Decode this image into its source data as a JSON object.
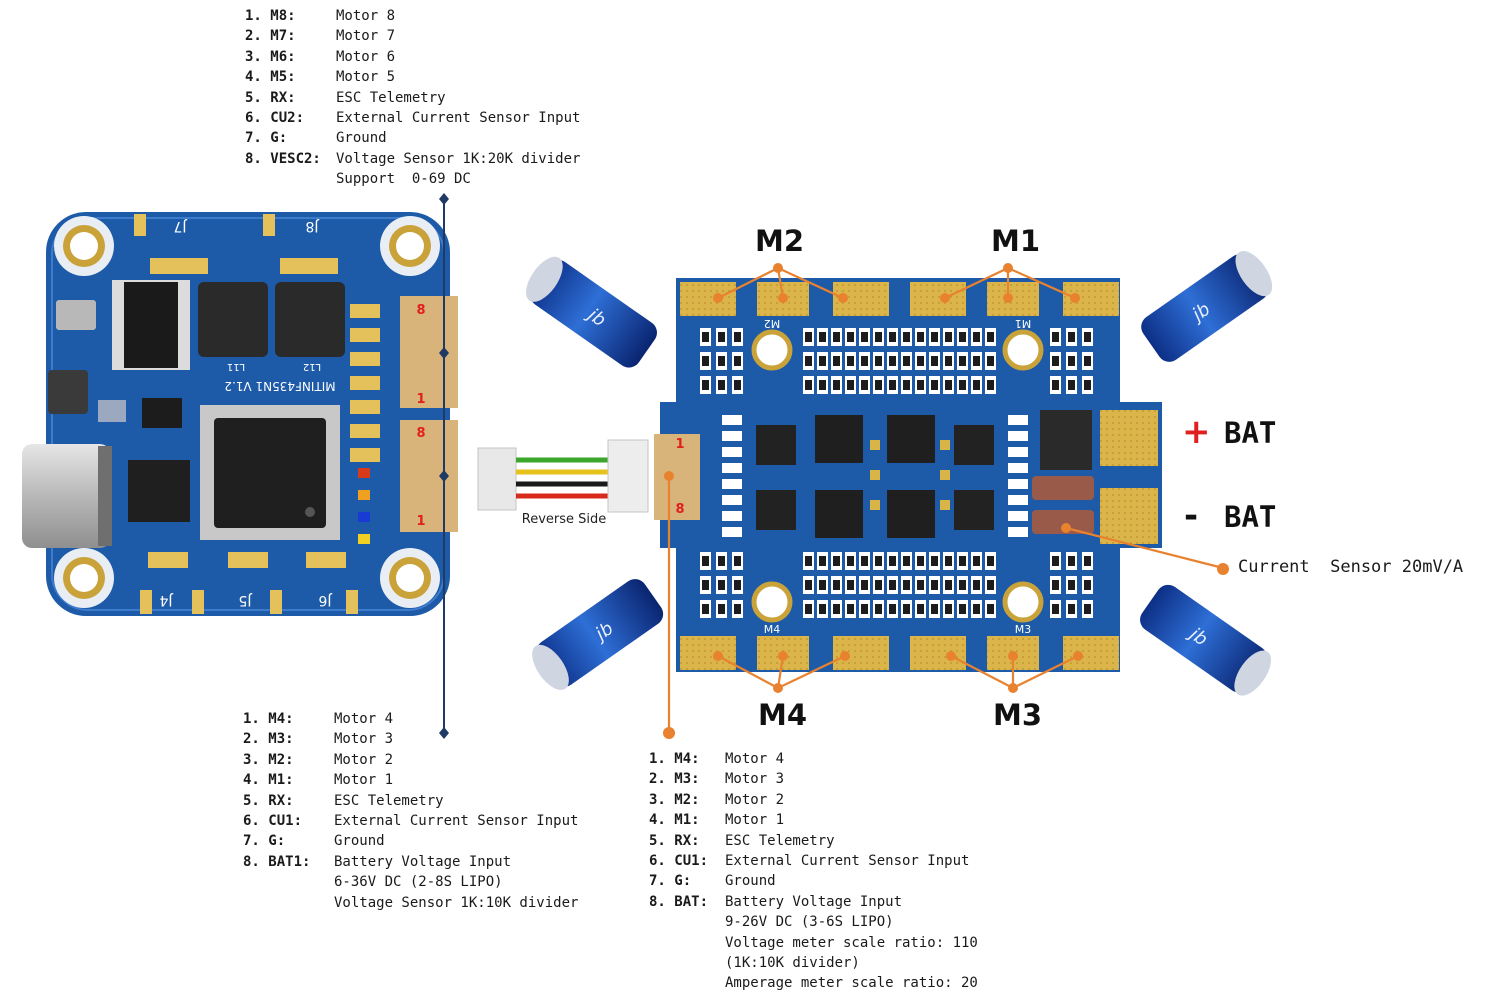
{
  "top_pins": {
    "rows": [
      {
        "num": "1. M8:",
        "desc": "Motor 8"
      },
      {
        "num": "2. M7:",
        "desc": "Motor 7"
      },
      {
        "num": "3. M6:",
        "desc": "Motor 6"
      },
      {
        "num": "4. M5:",
        "desc": "Motor 5"
      },
      {
        "num": "5. RX:",
        "desc": "ESC Telemetry"
      },
      {
        "num": "6. CU2:",
        "desc": "External Current Sensor Input"
      },
      {
        "num": "7. G:",
        "desc": "Ground"
      },
      {
        "num": "8. VESC2:",
        "desc": "Voltage Sensor 1K:20K divider"
      }
    ],
    "extra": [
      "Support  0-69 DC"
    ]
  },
  "fc_bottom_pins": {
    "rows": [
      {
        "num": "1. M4:",
        "desc": "Motor 4"
      },
      {
        "num": "2. M3:",
        "desc": "Motor 3"
      },
      {
        "num": "3. M2:",
        "desc": "Motor 2"
      },
      {
        "num": "4. M1:",
        "desc": "Motor 1"
      },
      {
        "num": "5. RX:",
        "desc": "ESC Telemetry"
      },
      {
        "num": "6. CU1:",
        "desc": "External Current Sensor Input"
      },
      {
        "num": "7. G:",
        "desc": "Ground"
      },
      {
        "num": "8. BAT1:",
        "desc": "Battery Voltage Input"
      }
    ],
    "extra": [
      "6-36V DC (2-8S LIPO)",
      "Voltage Sensor 1K:10K divider"
    ]
  },
  "esc_pins": {
    "rows": [
      {
        "num": "1. M4:",
        "desc": "Motor 4"
      },
      {
        "num": "2. M3:",
        "desc": "Motor 3"
      },
      {
        "num": "3. M2:",
        "desc": "Motor 2"
      },
      {
        "num": "4. M1:",
        "desc": "Motor 1"
      },
      {
        "num": "5. RX:",
        "desc": "ESC Telemetry"
      },
      {
        "num": "6. CU1:",
        "desc": "External Current Sensor Input"
      },
      {
        "num": "7. G:",
        "desc": "Ground"
      },
      {
        "num": "8. BAT:",
        "desc": "Battery Voltage Input"
      }
    ],
    "extra": [
      "9-26V DC (3-6S LIPO)",
      "Voltage meter scale ratio: 110",
      "(1K:10K divider)",
      "Amperage meter scale ratio: 20"
    ]
  },
  "motor_labels": {
    "m2": "M2",
    "m1": "M1",
    "m4": "M4",
    "m3": "M3"
  },
  "battery": {
    "plus_sign": "+",
    "plus_label": "BAT",
    "minus_sign": "-",
    "minus_label": "BAT"
  },
  "current_sensor": "Current  Sensor 20mV/A",
  "board_silk": {
    "fc_name": "MITINF435N1 V1.2",
    "j7": "J7",
    "j8": "J8",
    "j4": "J4",
    "j5": "J5",
    "j6": "J6",
    "l11": "L11",
    "l12": "L12",
    "conn_top_8": "8",
    "conn_top_1": "1",
    "conn_bot_8": "8",
    "conn_bot_1": "1",
    "esc_conn_1": "1",
    "esc_conn_8": "8",
    "esc_m2": "M2",
    "esc_m1": "M1",
    "esc_m4": "M4",
    "esc_m3": "M3",
    "cap_brand": "jb"
  },
  "cable_label": "Reverse Side",
  "colors": {
    "board_blue": "#1d5aa8",
    "orange": "#e8822f",
    "navy": "#1f3a64",
    "pad_gold": "#dcb54a",
    "red": "#e01f1f"
  }
}
